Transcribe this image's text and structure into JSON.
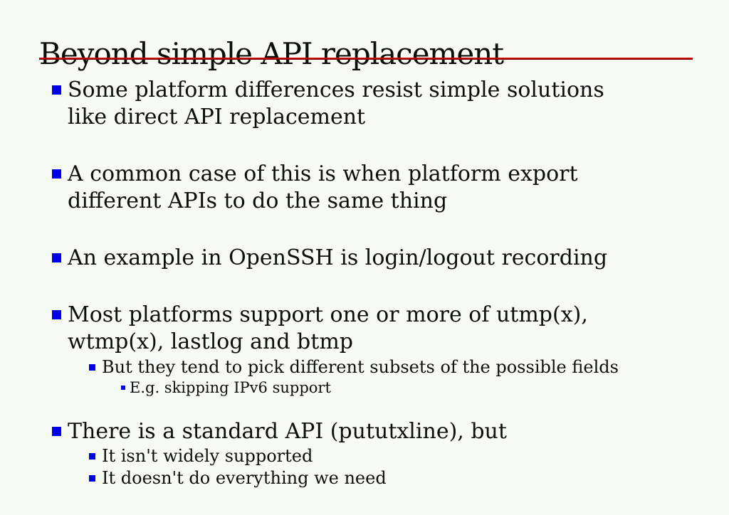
{
  "title": "Beyond simple API replacement",
  "colors": {
    "background": "#f5faf4",
    "title_rule_red": "#c00000",
    "bullet_blue": "#0000e8",
    "text": "#0e0e0e"
  },
  "bullets": [
    {
      "level": 1,
      "lines": [
        "Some platform differences resist simple solutions",
        "like direct API replacement"
      ]
    },
    {
      "level": 1,
      "lines": [
        "A common case of this is when platform export",
        "different APIs to do the same thing"
      ]
    },
    {
      "level": 1,
      "lines": [
        "An example in OpenSSH is login/logout recording"
      ]
    },
    {
      "level": 1,
      "lines": [
        "Most platforms support one or more of utmp(x),",
        "wtmp(x), lastlog and btmp"
      ]
    },
    {
      "level": 2,
      "lines": [
        "But they tend to pick different subsets of the possible fields"
      ]
    },
    {
      "level": 3,
      "lines": [
        "E.g. skipping IPv6 support"
      ]
    },
    {
      "level": 1,
      "lines": [
        "There is a standard API (pututxline), but"
      ]
    },
    {
      "level": 2,
      "lines": [
        "It isn't widely supported"
      ]
    },
    {
      "level": 2,
      "lines": [
        "It doesn't do everything we need"
      ]
    }
  ]
}
